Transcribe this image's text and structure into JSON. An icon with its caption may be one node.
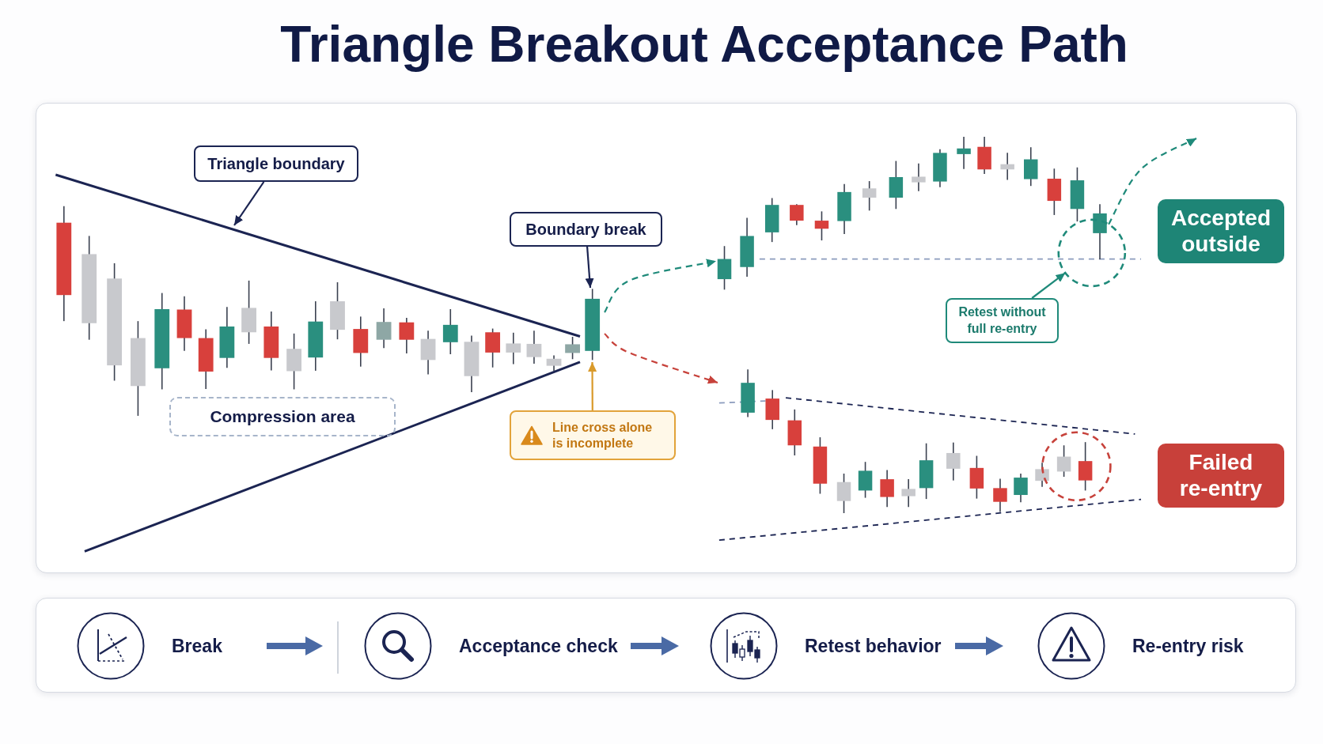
{
  "diagram": {
    "title": "Triangle Breakout Acceptance Path",
    "nodes": [
      {
        "text": [
          "Triangle boundary"
        ]
      },
      {
        "text": [
          "Boundary break"
        ]
      },
      {
        "text": [
          "Compression area"
        ]
      },
      {
        "text": [
          "Line cross alone is incomplete"
        ]
      },
      {
        "text": [],
        "shape": "picture"
      },
      {
        "text": [],
        "shape": "circle",
        "in": 4
      },
      {
        "text": [
          "Accepted outside"
        ]
      },
      {
        "text": [
          "Retest without full re-entry"
        ]
      },
      {
        "text": [],
        "shape": "picture"
      },
      {
        "text": [],
        "shape": "circle",
        "in": 8
      },
      {
        "text": [
          "Failed re-entry"
        ]
      },
      {
        "text": [],
        "shape": "circle",
        "beside": [
          "Break"
        ]
      },
      {
        "text": [],
        "shape": "circle",
        "beside": [
          "Acceptance check"
        ]
      },
      {
        "text": [],
        "shape": "circle",
        "beside": [
          "Retest behavior"
        ]
      },
      {
        "text": [],
        "shape": "circle",
        "beside": [
          "Re-entry risk"
        ]
      }
    ],
    "edges": [
      {
        "from": 0,
        "to": null,
        "arrow": "to",
        "color": "#1b2452"
      },
      {
        "from": 1,
        "to": null,
        "arrow": "to",
        "color": "#1b2452"
      },
      {
        "from": 3,
        "to": null,
        "arrow": "to",
        "color": "#d99a2b"
      },
      {
        "from": null,
        "to": 4,
        "arrow": "to",
        "style": "dashed",
        "color": "#1f8a7a"
      },
      {
        "from": null,
        "to": 8,
        "arrow": "to",
        "style": "dashed",
        "color": "#c7423b"
      },
      {
        "from": 7,
        "to": 5,
        "arrow": "to",
        "color": "#1f8a7a"
      },
      {
        "from": 5,
        "to": null,
        "arrow": "to",
        "style": "dashed",
        "color": "#1f8a7a"
      },
      {
        "from": 11,
        "to": 12,
        "arrow": "to",
        "style": "thick",
        "color": "#4a6aa5"
      },
      {
        "from": 12,
        "to": 13,
        "arrow": "to",
        "style": "thick",
        "color": "#4a6aa5"
      },
      {
        "from": 13,
        "to": 14,
        "arrow": "to",
        "style": "thick",
        "color": "#4a6aa5"
      }
    ]
  }
}
